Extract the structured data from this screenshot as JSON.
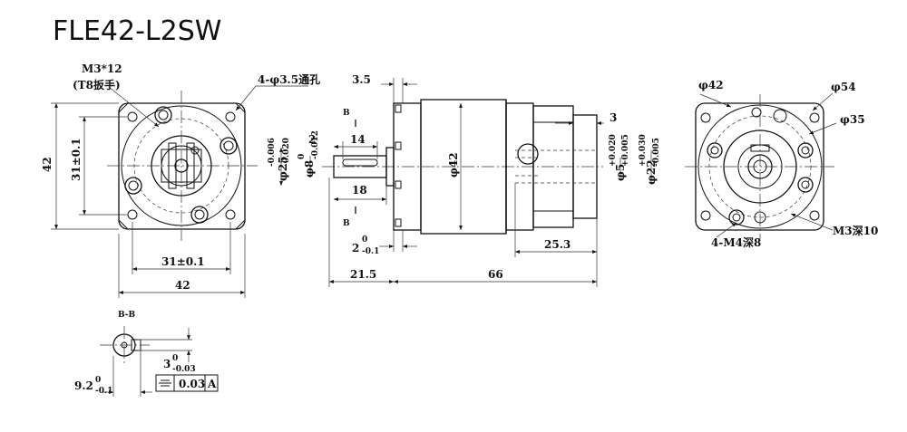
{
  "title": "FLE42-L2SW",
  "front_view": {
    "callout_screw": "M3*12",
    "callout_wrench": "(T8扳手)",
    "callout_holes": "4-φ3.5通孔",
    "dim_height": "42",
    "dim_pcd_vertical": "31±0.1",
    "dim_pcd_horizontal": "31±0.1",
    "dim_width": "42"
  },
  "side_view": {
    "dim_flange_offset": "3.5",
    "section_mark": "B",
    "dim_key_offset": "2",
    "dim_key_length": "14",
    "dim_shaft_length": "18",
    "dim_pilot_dia": "φ25",
    "dim_pilot_tol_upper": "-0.006",
    "dim_pilot_tol_lower": "-0.020",
    "dim_shaft_dia": "φ8",
    "dim_shaft_tol_upper": "0",
    "dim_shaft_tol_lower": "-0.012",
    "dim_body_dia": "φ42",
    "dim_flange_thickness": "2",
    "dim_flange_tol_upper": "0",
    "dim_flange_tol_lower": "-0.1",
    "dim_output_length": "21.5",
    "dim_total_length": "66",
    "dim_input_step": "3",
    "dim_input_bore": "φ5",
    "dim_input_bore_tol_upper": "+0.020",
    "dim_input_bore_tol_lower": "+0.005",
    "dim_input_pilot": "φ22",
    "dim_input_pilot_tol_upper": "+0.030",
    "dim_input_pilot_tol_lower": "-0.005",
    "dim_input_depth": "25.3"
  },
  "rear_view": {
    "dim_outer": "φ42",
    "dim_square": "φ54",
    "dim_pcd": "φ35",
    "callout_holes": "4-M4深8",
    "callout_clamp": "M3深10"
  },
  "section_view": {
    "title": "B-B",
    "dim_key_width": "3",
    "dim_key_tol_upper": "0",
    "dim_key_tol_lower": "-0.03",
    "dim_key_height": "9.2",
    "dim_key_height_tol_upper": "0",
    "dim_key_height_tol_lower": "-0.1",
    "tolerance_value": "0.03",
    "tolerance_datum": "A"
  }
}
